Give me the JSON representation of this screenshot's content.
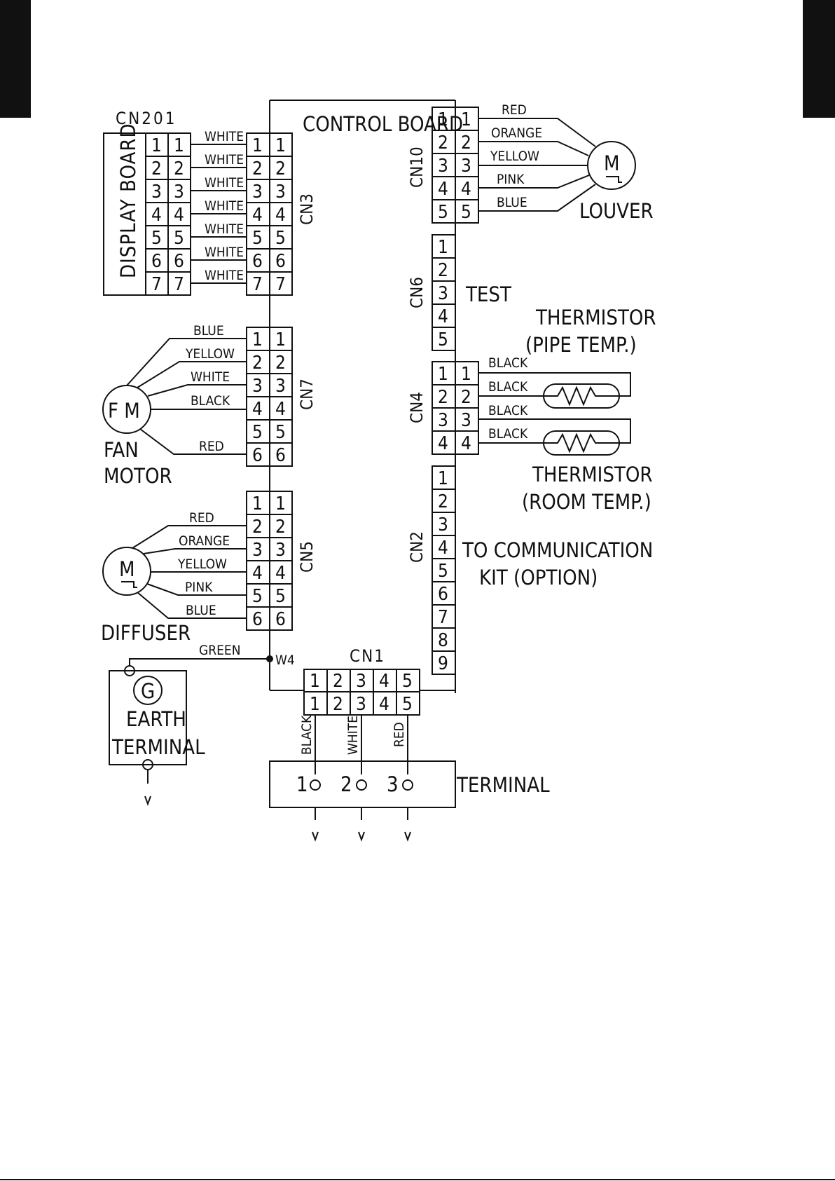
{
  "title": "CONTROL BOARD",
  "display_board": {
    "label": "DISPLAY BOARD",
    "connector": "CN201",
    "pins": [
      "1",
      "2",
      "3",
      "4",
      "5",
      "6",
      "7"
    ]
  },
  "cn3": {
    "label": "CN3",
    "wires": [
      "WHITE",
      "WHITE",
      "WHITE",
      "WHITE",
      "WHITE",
      "WHITE",
      "WHITE"
    ],
    "pins": [
      "1",
      "2",
      "3",
      "4",
      "5",
      "6",
      "7"
    ]
  },
  "cn7": {
    "label": "CN7",
    "wires": [
      "BLUE",
      "YELLOW",
      "WHITE",
      "BLACK",
      "RED"
    ],
    "pins": [
      "1",
      "2",
      "3",
      "4",
      "5",
      "6"
    ]
  },
  "fan_motor": {
    "symbol": "F M",
    "label_line1": "FAN",
    "label_line2": "MOTOR"
  },
  "cn5": {
    "label": "CN5",
    "wires": [
      "RED",
      "ORANGE",
      "YELLOW",
      "PINK",
      "BLUE"
    ],
    "pins": [
      "1",
      "2",
      "3",
      "4",
      "5",
      "6"
    ]
  },
  "diffuser": {
    "symbol": "M",
    "label": "DIFFUSER"
  },
  "earth": {
    "wire": "GREEN",
    "node": "W4",
    "symbol": "G",
    "label_line1": "EARTH",
    "label_line2": "TERMINAL"
  },
  "cn1": {
    "label": "CN1",
    "pins": [
      "1",
      "2",
      "3",
      "4",
      "5"
    ],
    "wires": [
      "BLACK",
      "WHITE",
      "RED"
    ]
  },
  "terminal": {
    "label": "TERMINAL",
    "numbers": [
      "1",
      "2",
      "3"
    ]
  },
  "cn10": {
    "label": "CN10",
    "wires": [
      "RED",
      "ORANGE",
      "YELLOW",
      "PINK",
      "BLUE"
    ],
    "pins": [
      "1",
      "2",
      "3",
      "4",
      "5"
    ]
  },
  "louver": {
    "symbol": "M",
    "label": "LOUVER"
  },
  "cn6": {
    "label": "CN6",
    "pins": [
      "1",
      "2",
      "3",
      "4",
      "5"
    ],
    "annotation": "TEST"
  },
  "cn4": {
    "label": "CN4",
    "wires": [
      "BLACK",
      "BLACK",
      "BLACK",
      "BLACK"
    ],
    "pins": [
      "1",
      "2",
      "3",
      "4"
    ]
  },
  "thermistor_pipe": {
    "line1": "THERMISTOR",
    "line2": "(PIPE TEMP.)"
  },
  "thermistor_room": {
    "line1": "THERMISTOR",
    "line2": "(ROOM TEMP.)"
  },
  "cn2": {
    "label": "CN2",
    "pins": [
      "1",
      "2",
      "3",
      "4",
      "5",
      "6",
      "7",
      "8",
      "9"
    ],
    "line1": "TO COMMUNICATION",
    "line2": "KIT (OPTION)"
  }
}
